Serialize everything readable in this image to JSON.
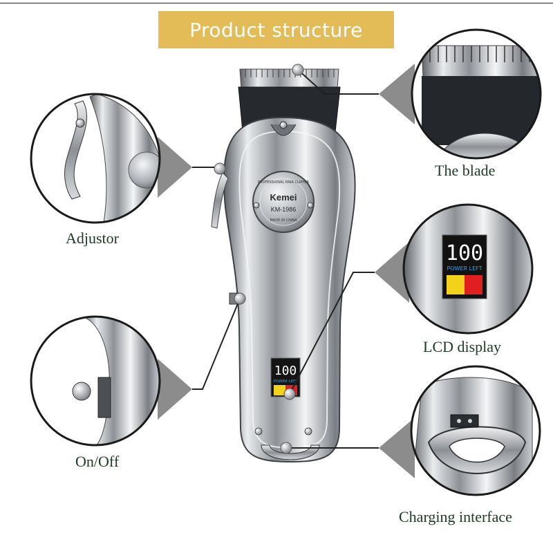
{
  "title": "Product structure",
  "product": {
    "brand": "Kemei",
    "model": "KM-1986",
    "badge_arc_text": "PROFESSIONAL HAIR CLIPPER",
    "origin": "MADE IN CHINA",
    "lcd_digits": "100",
    "lcd_caption": "POWER LEFT"
  },
  "callouts": {
    "blade": {
      "label": "The blade",
      "icon": "blade-closeup-icon"
    },
    "adjustor": {
      "label": "Adjustor",
      "icon": "adjustor-lever-icon"
    },
    "lcd": {
      "label": "LCD display",
      "icon": "lcd-display-icon"
    },
    "switch": {
      "label": "On/Off",
      "icon": "power-switch-icon"
    },
    "charging": {
      "label": "Charging interface",
      "icon": "charging-port-icon"
    }
  },
  "colors": {
    "banner": "#e3bc57",
    "label_text": "#1c3a24",
    "lcd_digits": "#ffffff",
    "lcd_caption": "#3aa0e0",
    "lcd_yellow": "#f2d21a",
    "lcd_red": "#e02020"
  }
}
